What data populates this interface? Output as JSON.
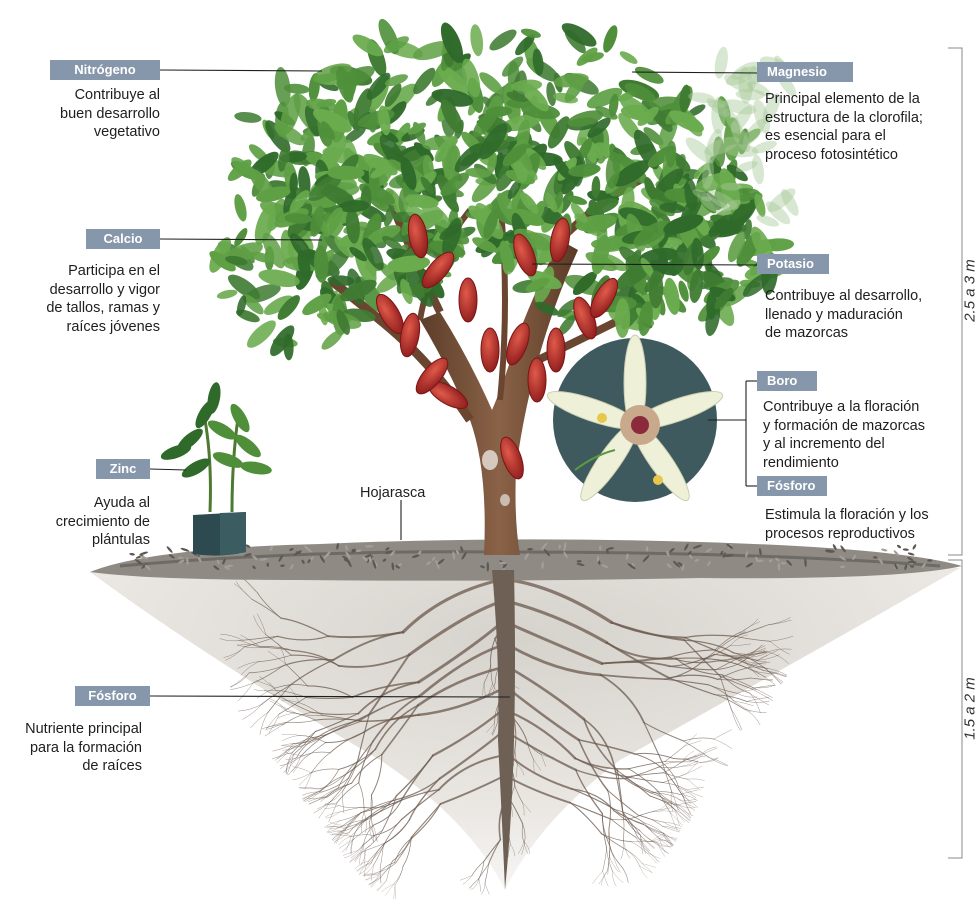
{
  "labels": {
    "nitrogeno": {
      "tag": "Nitrógeno",
      "lines": [
        "Contribuye al",
        "buen desarrollo",
        "vegetativo"
      ]
    },
    "calcio": {
      "tag": "Calcio",
      "lines": [
        "Participa en el",
        "desarrollo y vigor",
        "de tallos, ramas y",
        "raíces jóvenes"
      ]
    },
    "zinc": {
      "tag": "Zinc",
      "lines": [
        "Ayuda al",
        "crecimiento de",
        "plántulas"
      ]
    },
    "fosforo_raiz": {
      "tag": "Fósforo",
      "lines": [
        "Nutriente principal",
        "para la formación",
        "de raíces"
      ]
    },
    "magnesio": {
      "tag": "Magnesio",
      "lines": [
        "Principal elemento de la",
        "estructura de la clorofila;",
        "es esencial para el",
        "proceso fotosintético"
      ]
    },
    "potasio": {
      "tag": "Potasio",
      "lines": [
        "Contribuye al desarrollo,",
        "llenado y maduración",
        "de mazorcas"
      ]
    },
    "boro": {
      "tag": "Boro",
      "lines": [
        "Contribuye a la floración",
        "y formación de mazorcas",
        "y al incremento del",
        "rendimiento"
      ]
    },
    "fosforo_flor": {
      "tag": "Fósforo",
      "lines": [
        "Estimula la floración y los",
        "procesos reproductivos"
      ]
    }
  },
  "hojarasca": "Hojarasca",
  "dimensions": {
    "tree_height": "2.5 a 3 m",
    "root_depth": "1.5 a 2 m"
  },
  "colors": {
    "tag_bg": "#8797ab",
    "leaf": "#4f8f3a",
    "leaf_dark": "#2f6a2a",
    "pod": "#b52c2c",
    "trunk": "#7a5238",
    "soil": "#8a8580",
    "root": "#6b5a4e",
    "flower_bg": "#3e5a5e",
    "petal": "#eef0d8"
  }
}
